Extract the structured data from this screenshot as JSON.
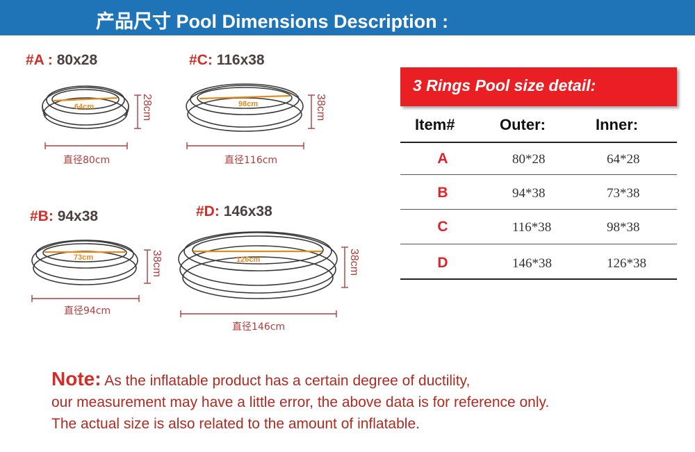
{
  "header": {
    "title": "产品尺寸  Pool Dimensions Description :"
  },
  "pools": [
    {
      "id": "A",
      "tag": "#A :",
      "dims": "80x28",
      "inner": "64cm",
      "height": "28cm",
      "diameter": "直径80cm"
    },
    {
      "id": "C",
      "tag": "#C:",
      "dims": "116x38",
      "inner": "98cm",
      "height": "38cm",
      "diameter": "直径116cm"
    },
    {
      "id": "B",
      "tag": "#B:",
      "dims": "94x38",
      "inner": "73cm",
      "height": "38cm",
      "diameter": "直径94cm"
    },
    {
      "id": "D",
      "tag": "#D:",
      "dims": "146x38",
      "inner": "126cm",
      "height": "38cm",
      "diameter": "直径146cm"
    }
  ],
  "table": {
    "title": "3 Rings Pool size detail:",
    "headers": [
      "Item#",
      "Outer:",
      "Inner:"
    ],
    "rows": [
      {
        "item": "A",
        "outer": "80*28",
        "inner": "64*28"
      },
      {
        "item": "B",
        "outer": "94*38",
        "inner": "73*38"
      },
      {
        "item": "C",
        "outer": "116*38",
        "inner": "98*38"
      },
      {
        "item": "D",
        "outer": "146*38",
        "inner": "126*38"
      }
    ]
  },
  "note": {
    "label": "Note:",
    "line1": " As the inflatable product has a certain degree of ductility,",
    "line2": "our measurement may have a little error, the above data is for reference only.",
    "line3": "The actual size is also related to the amount of inflatable."
  },
  "colors": {
    "header_bg": "#1f74b8",
    "accent_red": "#e4212b",
    "note_text": "#b02a20",
    "inner_line": "#e58a1f"
  }
}
